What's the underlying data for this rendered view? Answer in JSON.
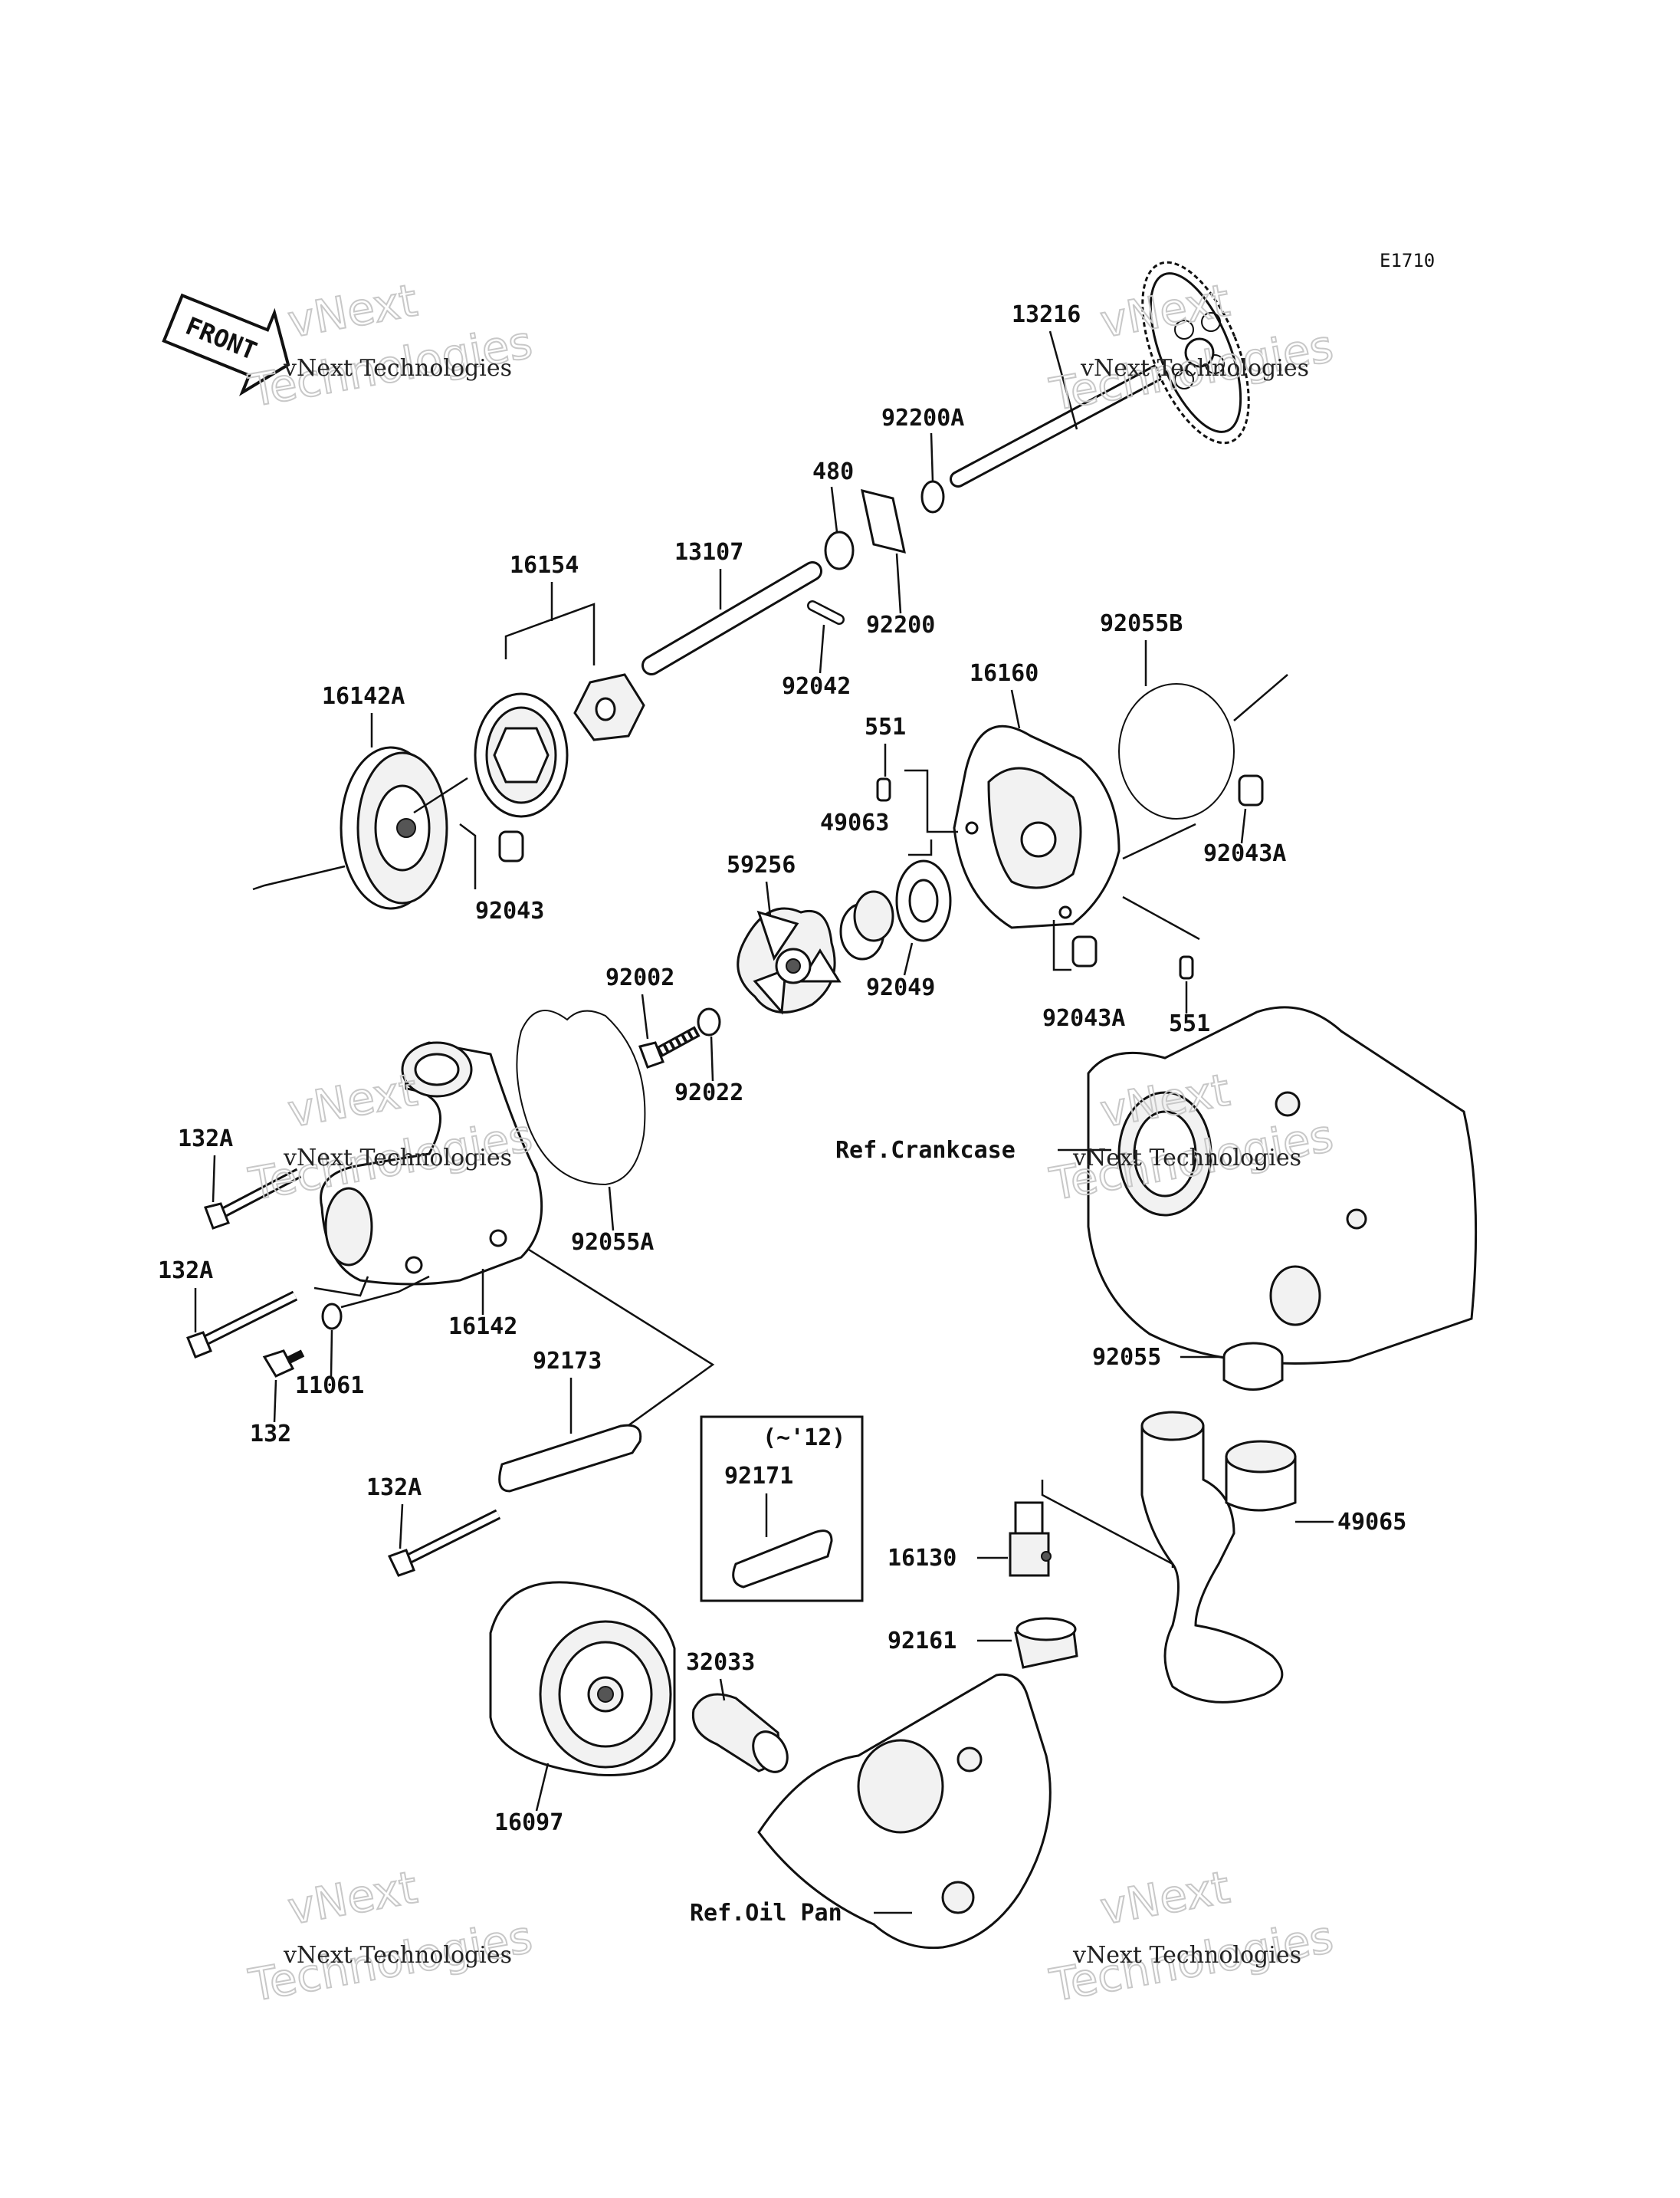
{
  "diagram_code": "E1710",
  "front_label": "FRONT",
  "watermark": {
    "line1": "vNext Technologies",
    "line2": "Technologies",
    "line3": "vNext"
  },
  "parts": {
    "p13216": "13216",
    "p92200A": "92200A",
    "p480": "480",
    "p92200": "92200",
    "p13107": "13107",
    "p92042": "92042",
    "p16154": "16154",
    "p16142A": "16142A",
    "p92043": "92043",
    "p92055B": "92055B",
    "p16160": "16160",
    "p551_top": "551",
    "p92043A_right": "92043A",
    "p49063": "49063",
    "p59256": "59256",
    "p92049": "92049",
    "p92043A_bottom": "92043A",
    "p551_bottom": "551",
    "p92002": "92002",
    "p92022": "92022",
    "p132A_1": "132A",
    "p132A_2": "132A",
    "p132": "132",
    "p11061": "11061",
    "p16142": "16142",
    "p92055A": "92055A",
    "p92173": "92173",
    "p92171": "92171",
    "p132A_3": "132A",
    "p92055": "92055",
    "p49065": "49065",
    "p16130": "16130",
    "p92161": "92161",
    "p32033": "32033",
    "p16097": "16097"
  },
  "references": {
    "crankcase": "Ref.Crankcase",
    "oil_pan": "Ref.Oil Pan"
  },
  "inset_note": "(~'12)"
}
